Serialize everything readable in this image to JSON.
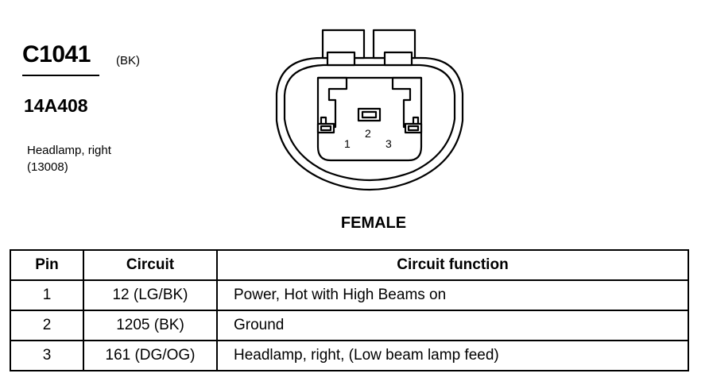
{
  "connector": {
    "id": "C1041",
    "color": "(BK)",
    "part_number": "14A408",
    "description_line1": "Headlamp, right",
    "description_line2": "(13008)",
    "gender": "FEMALE",
    "pin_labels": [
      "1",
      "2",
      "3"
    ]
  },
  "table": {
    "headers": {
      "pin": "Pin",
      "circuit": "Circuit",
      "function": "Circuit function"
    },
    "rows": [
      {
        "pin": "1",
        "circuit": "12 (LG/BK)",
        "function": "Power, Hot with High Beams on"
      },
      {
        "pin": "2",
        "circuit": "1205 (BK)",
        "function": "Ground"
      },
      {
        "pin": "3",
        "circuit": "161 (DG/OG)",
        "function": "Headlamp, right, (Low beam lamp feed)"
      }
    ]
  }
}
